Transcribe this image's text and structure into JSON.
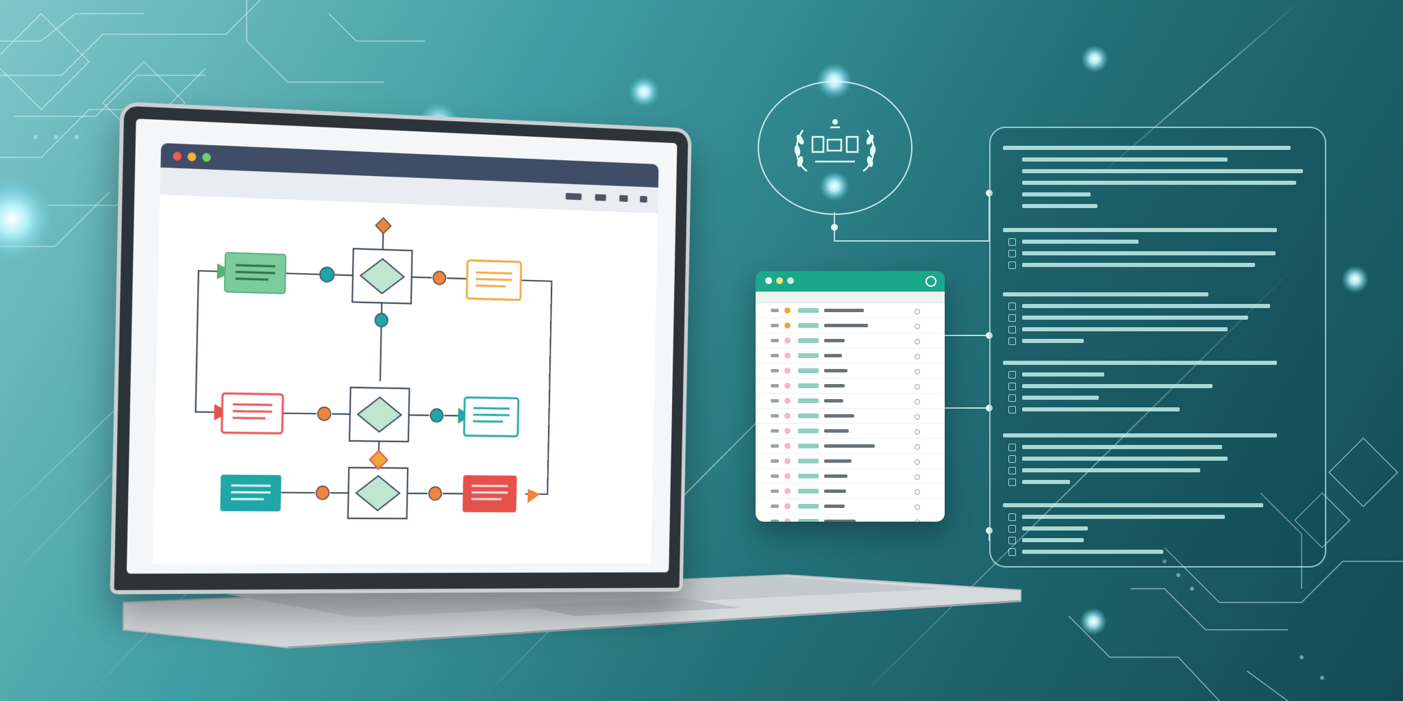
{
  "colors": {
    "background_light": "#7fc6c9",
    "background_dark": "#134a54",
    "laptop_frame": "#2c3439",
    "app_titlebar": "#3f4d66",
    "node_green": "#7ccb9c",
    "node_orange": "#f0a63a",
    "node_red": "#e7514c",
    "node_teal": "#1fa6a6",
    "list_header": "#1aa88a",
    "code_text": "#c8f5f0",
    "glow": "#bff6ff"
  },
  "window_controls": [
    "close-dot",
    "minimize-dot",
    "maximize-dot"
  ],
  "icons": {
    "toolbar": [
      "share-icon",
      "grid-icon",
      "expand-icon",
      "settings-icon"
    ],
    "logo": "laurel-emblem-icon",
    "list_header": "search-icon"
  }
}
